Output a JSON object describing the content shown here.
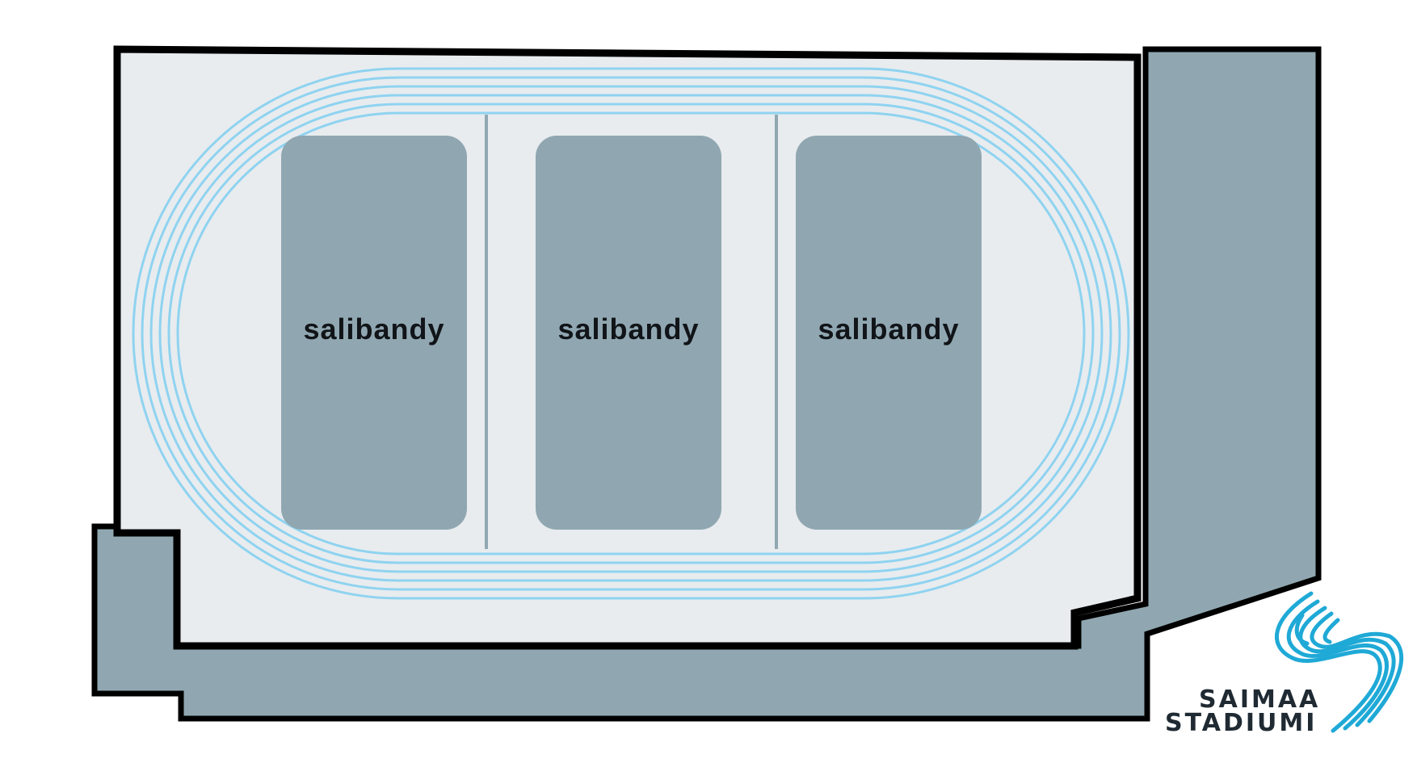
{
  "courts": [
    {
      "label": "salibandy"
    },
    {
      "label": "salibandy"
    },
    {
      "label": "salibandy"
    }
  ],
  "logo": {
    "line1": "SAIMAA",
    "line2": "STADIUMI",
    "icon": "saimaa-stadiumi-swirl-icon"
  },
  "colors": {
    "hall_floor": "#e8ecef",
    "stand_area": "#90a7b1",
    "court_fill": "#90a7b1",
    "track_lines": "#8fd3f0",
    "outline": "#000000",
    "label_text": "#111418",
    "logo_swirl": "#1fa9d6",
    "logo_text": "#1f2a33"
  }
}
